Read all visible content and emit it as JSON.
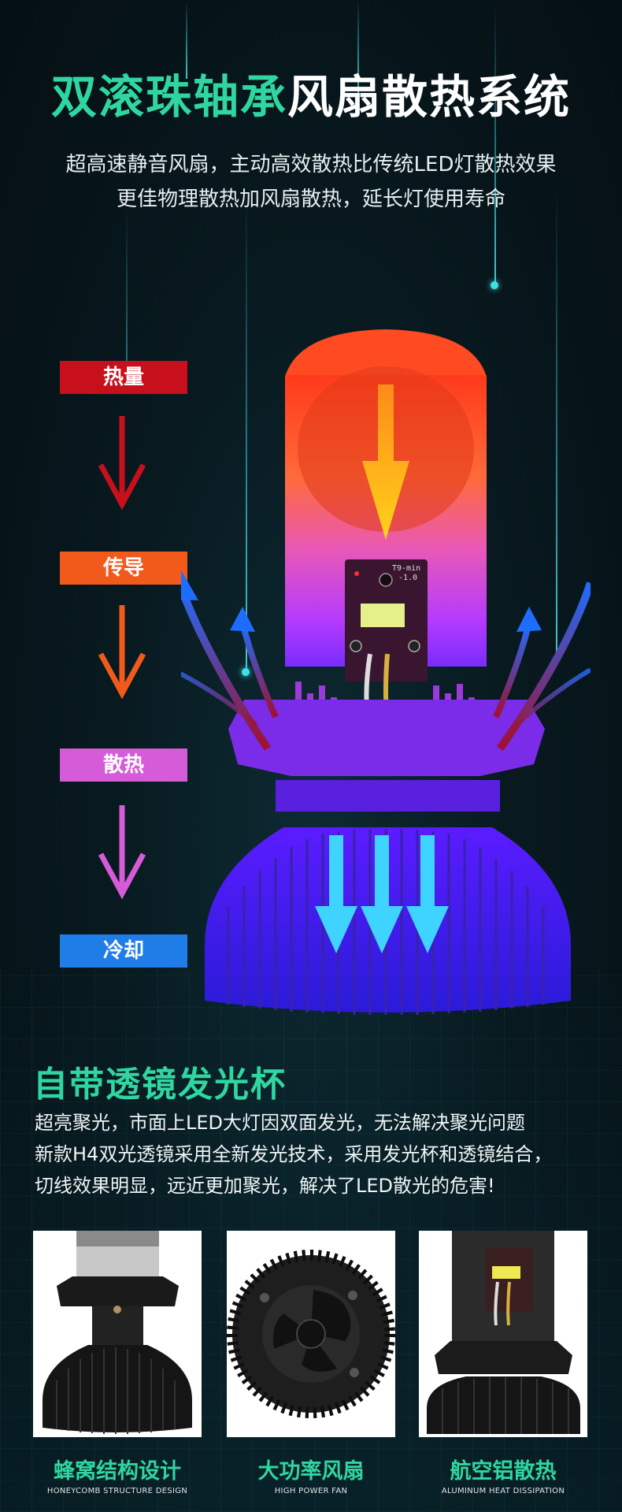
{
  "title": {
    "accent": "双滚珠轴承",
    "rest": "风扇散热系统"
  },
  "subtitle": {
    "line1": "超高速静音风扇，主动高效散热比传统LED灯散热效果",
    "line2": "更佳物理散热加风扇散热，延长灯使用寿命"
  },
  "flow": [
    {
      "label": "热量",
      "color": "#c8101c"
    },
    {
      "label": "传导",
      "color": "#f25a1c"
    },
    {
      "label": "散热",
      "color": "#d65bd8"
    },
    {
      "label": "冷却",
      "color": "#1f7de8"
    }
  ],
  "flow_arrows": [
    "#c8101c",
    "#f25a1c",
    "#d65bd8"
  ],
  "chip": {
    "model": "T9-min",
    "version": "-1.0"
  },
  "section": {
    "title": "自带透镜发光杯",
    "line1": "超亮聚光，市面上LED大灯因双面发光，无法解决聚光问题",
    "line2": "新款H4双光透镜采用全新发光技术，采用发光杯和透镜结合，",
    "line3": "切线效果明显，远近更加聚光，解决了LED散光的危害!"
  },
  "features": [
    {
      "cn": "蜂窝结构设计",
      "en": "HONEYCOMB STRUCTURE DESIGN"
    },
    {
      "cn": "大功率风扇",
      "en": "HIGH POWER FAN"
    },
    {
      "cn": "航空铝散热",
      "en": "ALUMINUM HEAT DISSIPATION"
    }
  ],
  "colors": {
    "accent": "#2fd6a0",
    "background": "#07161a",
    "cool_arrow": "#3fd4ff"
  }
}
